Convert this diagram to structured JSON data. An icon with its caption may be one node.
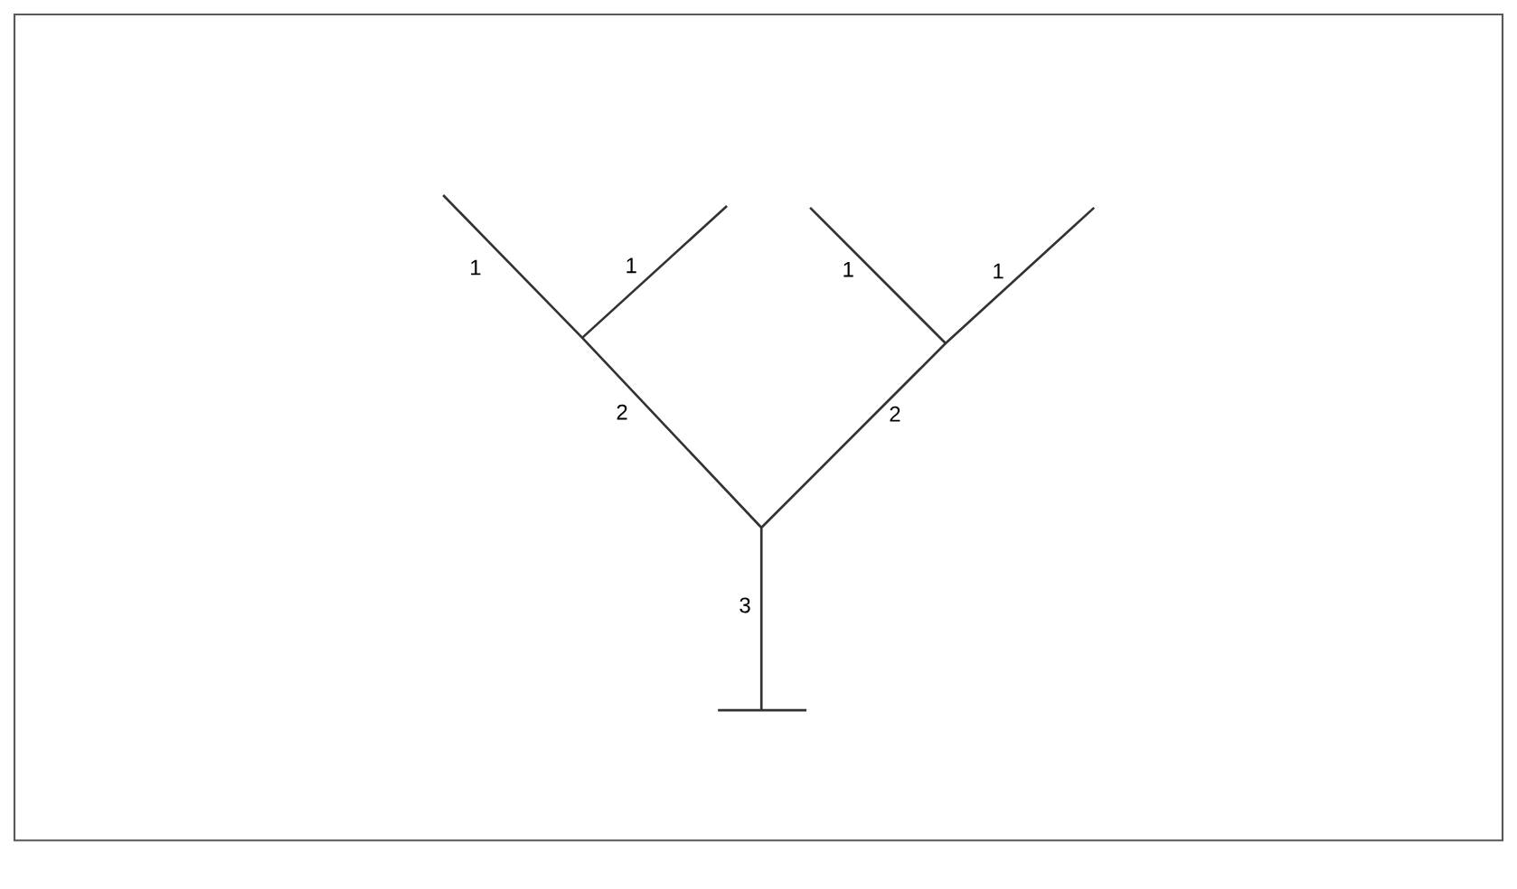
{
  "diagram": {
    "labels": [
      "1",
      "1",
      "1",
      "1",
      "2",
      "2",
      "3"
    ]
  }
}
